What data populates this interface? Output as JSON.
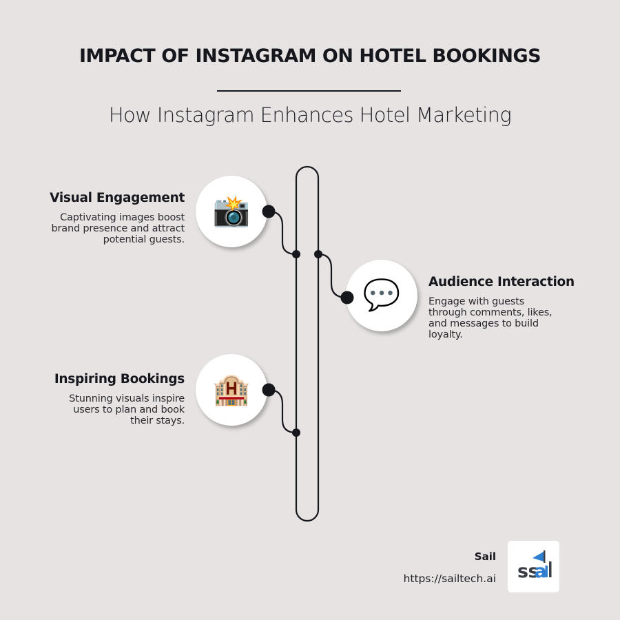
{
  "header": {
    "title": "IMPACT OF INSTAGRAM ON HOTEL BOOKINGS",
    "subtitle": "How Instagram Enhances Hotel Marketing"
  },
  "items": [
    {
      "title": "Visual Engagement",
      "description_lines": [
        "Captivating images boost",
        "brand presence and attract",
        "potential guests."
      ],
      "icon": "camera-with-flash-icon",
      "icon_glyph": "📸",
      "side": "left"
    },
    {
      "title": "Audience Interaction",
      "description_lines": [
        "Engage with guests",
        "through comments, likes,",
        "and messages to build",
        "loyalty."
      ],
      "icon": "speech-bubble-icon",
      "icon_glyph": "💬",
      "side": "right"
    },
    {
      "title": "Inspiring Bookings",
      "description_lines": [
        "Stunning visuals inspire",
        "users to plan and book",
        "their stays."
      ],
      "icon": "hotel-icon",
      "icon_glyph": "🏨",
      "side": "left"
    }
  ],
  "footer": {
    "brand_name": "Sail",
    "url": "https://sailtech.ai",
    "logo_text": "sail"
  },
  "colors": {
    "background": "#e6e3e2",
    "ink": "#16161d",
    "logo_blue": "#2f7fd0",
    "logo_gray": "#3a3f47"
  }
}
